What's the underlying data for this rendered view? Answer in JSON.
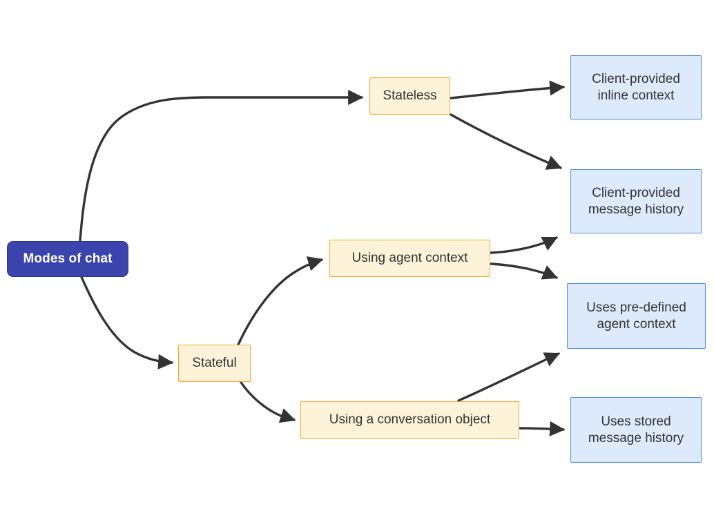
{
  "diagram": {
    "title": "Modes of chat",
    "orientation": "left-to-right flowchart",
    "colors": {
      "root_fill": "#3b44ac",
      "root_stroke": "#2d3590",
      "root_text": "#ffffff",
      "mid_fill": "#fdf3d8",
      "mid_stroke": "#f7a72a",
      "leaf_fill": "#ddeafb",
      "leaf_stroke": "#4a90e2",
      "node_text": "#333333",
      "edge_stroke": "#333333",
      "background": "#ffffff"
    },
    "nodes": [
      {
        "id": "root",
        "label": "Modes of chat",
        "kind": "root"
      },
      {
        "id": "stateless",
        "label": "Stateless",
        "kind": "mid"
      },
      {
        "id": "stateful",
        "label": "Stateful",
        "kind": "mid"
      },
      {
        "id": "agentcontext",
        "label": "Using agent context",
        "kind": "mid"
      },
      {
        "id": "convobject",
        "label": "Using a conversation object",
        "kind": "mid"
      },
      {
        "id": "inline",
        "label": "Client-provided\ninline context",
        "kind": "leaf"
      },
      {
        "id": "clienthist",
        "label": "Client-provided\nmessage history",
        "kind": "leaf"
      },
      {
        "id": "predefined",
        "label": "Uses pre-defined\nagent context",
        "kind": "leaf"
      },
      {
        "id": "storedhist",
        "label": "Uses stored\nmessage history",
        "kind": "leaf"
      }
    ],
    "edges": [
      {
        "from": "root",
        "to": "stateless"
      },
      {
        "from": "root",
        "to": "stateful"
      },
      {
        "from": "stateless",
        "to": "inline"
      },
      {
        "from": "stateless",
        "to": "clienthist"
      },
      {
        "from": "stateful",
        "to": "agentcontext"
      },
      {
        "from": "stateful",
        "to": "convobject"
      },
      {
        "from": "agentcontext",
        "to": "clienthist"
      },
      {
        "from": "agentcontext",
        "to": "predefined"
      },
      {
        "from": "convobject",
        "to": "predefined"
      },
      {
        "from": "convobject",
        "to": "storedhist"
      }
    ]
  }
}
